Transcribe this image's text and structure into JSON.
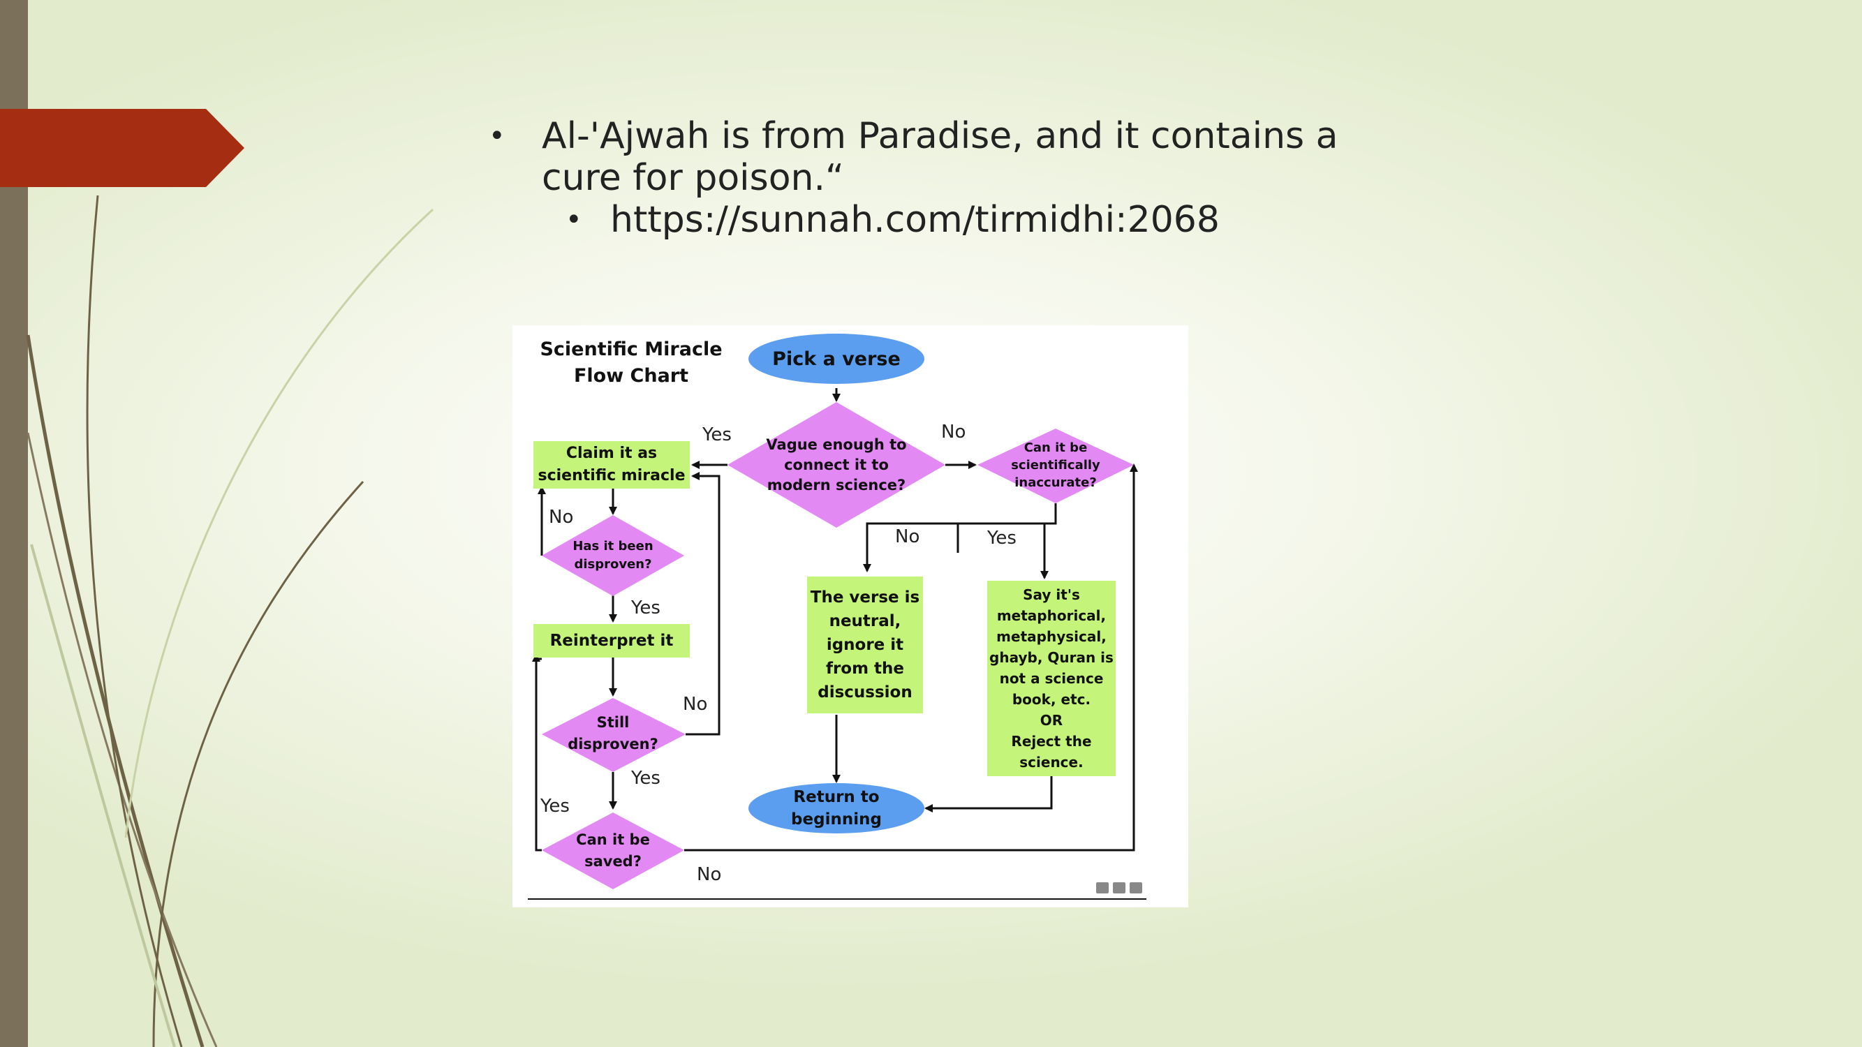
{
  "slide": {
    "bullet_text": "Al-'Ajwah is from Paradise, and it contains a cure for poison.“",
    "sub_bullet_text": "https://sunnah.com/tirmidhi:2068",
    "bullet_symbol": "•",
    "accent_color": "#a52d12",
    "bar_color": "#7b715a"
  },
  "flowchart": {
    "title": "Scientific Miracle\nFlow Chart",
    "nodes": {
      "pick_verse": "Pick a verse",
      "vague": "Vague enough to\nconnect it to\nmodern science?",
      "inaccurate": "Can it be\nscientifically\ninaccurate?",
      "claim": "Claim it as\nscientific miracle",
      "disproven": "Has it been\ndisproven?",
      "reinterpret": "Reinterpret it",
      "still_disproven": "Still\ndisproven?",
      "saved": "Can it be\nsaved?",
      "neutral": "The verse is\nneutral,\nignore it\nfrom the\ndiscussion",
      "metaphorical": "Say it's\nmetaphorical,\nmetaphysical,\nghayb, Quran is\nnot a science\nbook, etc.\nOR\nReject the\nscience.",
      "return": "Return to\nbeginning"
    },
    "edge_labels": {
      "vague_yes": "Yes",
      "vague_no": "No",
      "inaccurate_no": "No",
      "inaccurate_yes": "Yes",
      "disproven_no": "No",
      "disproven_yes": "Yes",
      "still_no": "No",
      "still_yes": "Yes",
      "saved_yes": "Yes",
      "saved_no": "No"
    },
    "colors": {
      "oval": "#5b9ef0",
      "diamond": "#e389f3",
      "box": "#c4f57a"
    }
  }
}
